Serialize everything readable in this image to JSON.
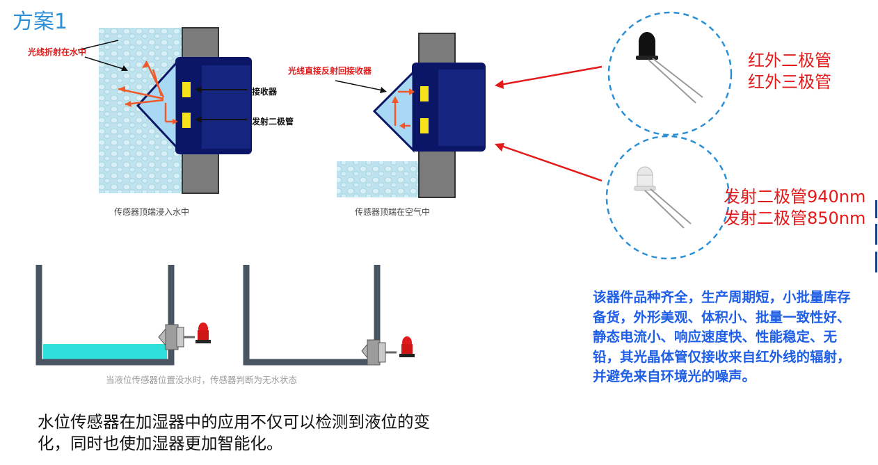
{
  "title": "方案1",
  "top_left": {
    "refraction_label": "光线折射在水中",
    "receiver_label": "接收器",
    "emitter_label": "发射二极管",
    "caption": "传感器顶端浸入水中"
  },
  "top_middle": {
    "reflection_label": "光线直接反射回接收器",
    "caption": "传感器顶端在空气中"
  },
  "components": {
    "ir_labels": [
      "红外二极管",
      "红外三极管"
    ],
    "emitter_labels": [
      "发射二极管940nm",
      "发射二极管850nm"
    ]
  },
  "tank_caption": "当液位传感器位置没水时，传感器判断为无水状态",
  "description": "该器件品种齐全，生产周期短，小批量库存备货，外形美观、体积小、批量一致性好、静态电流小、响应速度快、性能稳定、无铅，其光晶体管仅接收来自红外线的辐射，并避免来自环境光的噪声。",
  "summary": "水位传感器在加湿器中的应用不仅可以检测到液位的变化，同时也使加湿器更加智能化。",
  "colors": {
    "title_blue": "#2a8fd6",
    "label_red": "#e11b1b",
    "description_blue": "#1f5fe6",
    "sensor_navy": "#0d1a6e",
    "water_cyan": "#2de0dc",
    "circle_blue": "#2a8fd6"
  }
}
